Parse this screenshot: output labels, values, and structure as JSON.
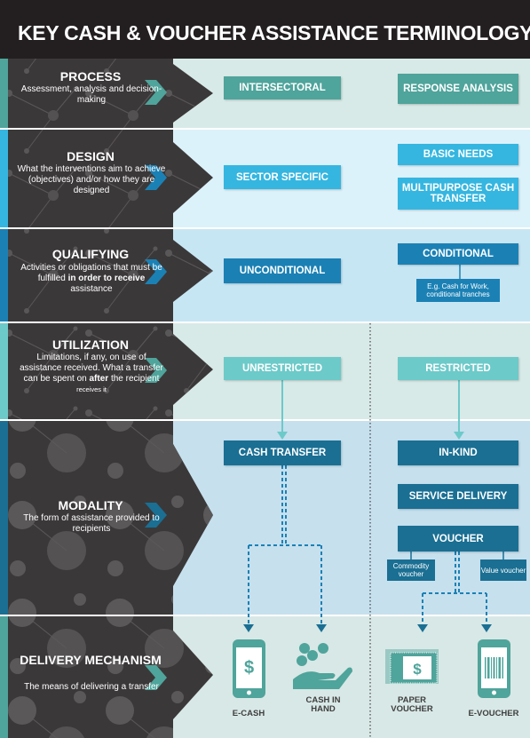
{
  "header": {
    "title": "KEY CASH & VOUCHER ASSISTANCE TERMINOLOGY"
  },
  "colors": {
    "dark": "#231f20",
    "teal_button": "#4fa49b",
    "light_teal_button": "#6ccac9",
    "cyan_button": "#35b6e0",
    "blue_button": "#1b81b5",
    "navy_button": "#1a6f93"
  },
  "rows": {
    "process": {
      "title": "PROCESS",
      "description": "Assessment, analysis and decision-making",
      "intersectoral": "INTERSECTORAL",
      "response_analysis": "RESPONSE ANALYSIS"
    },
    "design": {
      "title": "DESIGN",
      "description": "What the interventions aim to achieve (objectives) and/or how they are designed",
      "sector_specific": "SECTOR SPECIFIC",
      "basic_needs": "BASIC NEEDS",
      "multipurpose": "MULTIPURPOSE CASH TRANSFER"
    },
    "qualifying": {
      "title": "QUALIFYING",
      "description_1": "Activities or obligations that must be fulfilled ",
      "description_bold": "in order to receive",
      "description_2": " assistance",
      "unconditional": "UNCONDITIONAL",
      "conditional": "CONDITIONAL",
      "conditional_note": "E.g. Cash for Work, conditional tranches"
    },
    "utilization": {
      "title": "UTILIZATION",
      "description_1": "Limitations, if any, on use of assistance received. What a transfer can be spent on ",
      "description_bold": "after",
      "description_2": " the recipient ",
      "description_small": "receives it",
      "unrestricted": "UNRESTRICTED",
      "restricted": "RESTRICTED"
    },
    "modality": {
      "title": "MODALITY",
      "description": "The form of assistance provided to recipients",
      "cash_transfer": "CASH TRANSFER",
      "in_kind": "IN-KIND",
      "service_delivery": "SERVICE DELIVERY",
      "voucher": "VOUCHER",
      "commodity_voucher": "Commodity voucher",
      "value_voucher": "Value voucher"
    },
    "delivery": {
      "title": "DELIVERY MECHANISM",
      "description": "The means of delivering a transfer",
      "e_cash": "E-CASH",
      "cash_in_hand": "CASH IN HAND",
      "paper_voucher": "PAPER VOUCHER",
      "e_voucher": "E-VOUCHER"
    }
  },
  "icons": {
    "dollar": "$",
    "arrow": "chevron-arrow-icon",
    "phone": "phone-icon",
    "hand_coins": "hand-coins-icon",
    "paper_voucher": "paper-voucher-icon",
    "barcode_phone": "barcode-phone-icon"
  }
}
